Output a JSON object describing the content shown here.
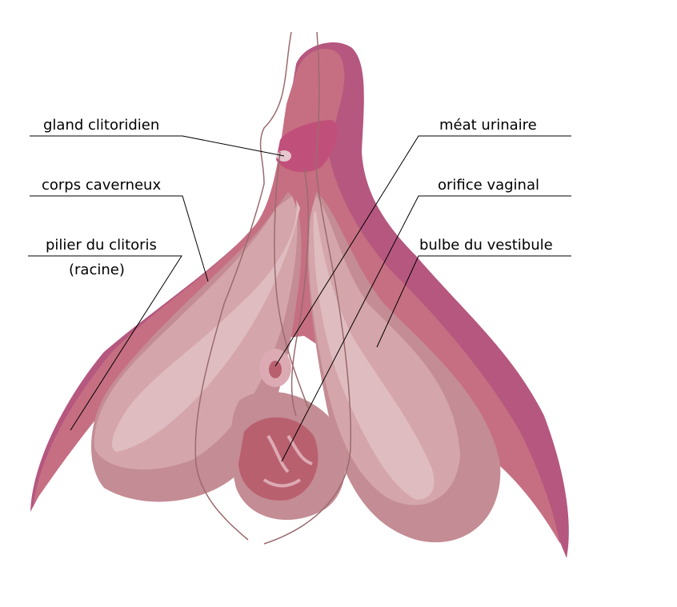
{
  "labels": {
    "gland": "gland clitoridien",
    "corps": "corps caverneux",
    "pilier": "pilier du clitoris",
    "racine": "(racine)",
    "meat": "méat urinaire",
    "orifice": "orifice vaginal",
    "bulbe": "bulbe du vestibule"
  },
  "colors": {
    "crus_dark": "#b5577f",
    "crus": "#c66f82",
    "bulb_dark": "#c48c94",
    "bulb": "#d4a5aa",
    "bulb_light": "#dfbcc0",
    "vagina": "#b9606f"
  }
}
